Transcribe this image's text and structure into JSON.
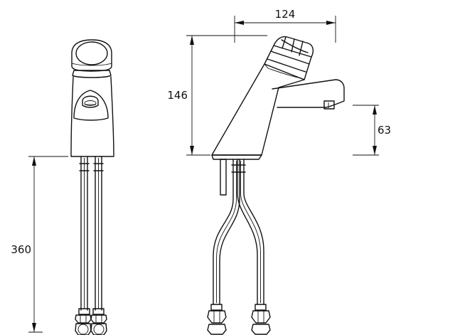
{
  "dimensions": {
    "width_top": "124",
    "height_body": "146",
    "spout_height": "63",
    "hose_length": "360"
  }
}
